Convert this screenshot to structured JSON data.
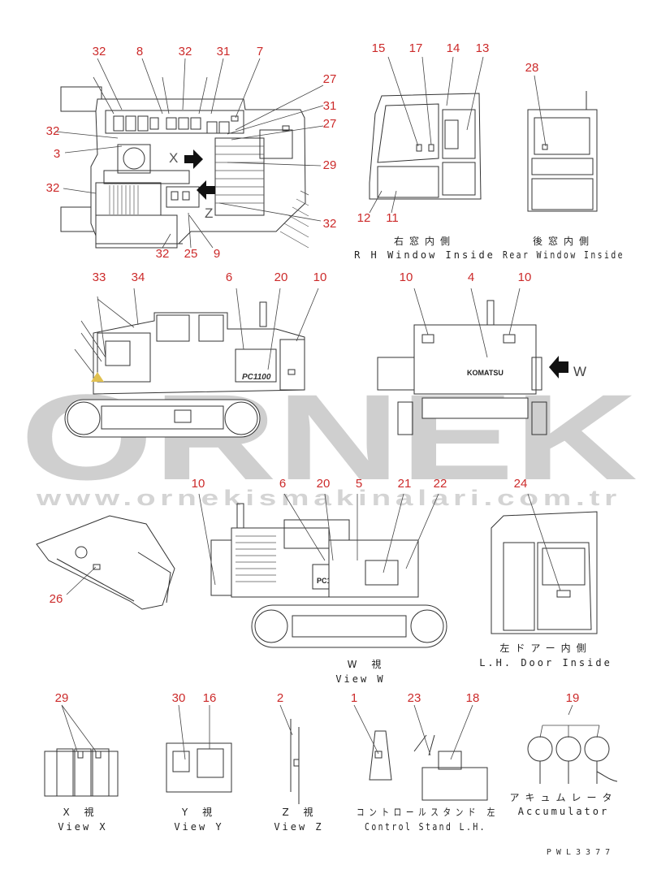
{
  "part_numbers": [
    "32",
    "8",
    "32",
    "31",
    "7",
    "27",
    "31",
    "27",
    "32",
    "3",
    "29",
    "32",
    "32",
    "25",
    "9",
    "32",
    "15",
    "17",
    "14",
    "13",
    "12",
    "11",
    "28",
    "33",
    "34",
    "6",
    "20",
    "10",
    "10",
    "4",
    "10",
    "10",
    "6",
    "20",
    "5",
    "21",
    "22",
    "24",
    "26",
    "29",
    "30",
    "16",
    "2",
    "1",
    "23",
    "18",
    "19"
  ],
  "captions": {
    "rh_window_jp": "右窓内側",
    "rh_window_en": "R H  Window Inside",
    "rear_window_jp": "後窓内側",
    "rear_window_en": "Rear Window Inside",
    "view_w_jp": "W 視",
    "view_w_en": "View W",
    "lh_door_jp": "左ドアー内側",
    "lh_door_en": "L.H. Door Inside",
    "view_x_jp": "X 視",
    "view_x_en": "View X",
    "view_y_jp": "Y 視",
    "view_y_en": "View Y",
    "view_z_jp": "Z 視",
    "view_z_en": "View Z",
    "control_stand_jp": "コントロールスタンド 左",
    "control_stand_en": "Control Stand L.H.",
    "accumulator_jp": "アキュムレータ",
    "accumulator_en": "Accumulator"
  },
  "view_letters": {
    "x": "X",
    "y": "Y",
    "z": "Z",
    "w": "W"
  },
  "machine_labels": {
    "model": "PC1100",
    "brand": "KOMATSU"
  },
  "watermark": {
    "brand": "ORNEK",
    "url": "www.orneki s m a k i n a l a r i . c o m . t r",
    "url_text": "www.ornekismakinalari.com.tr"
  },
  "drawing_code": "P W L 3 3 7 7",
  "colors": {
    "callout": "#cc2a2a",
    "line": "#333333",
    "watermark": "#cfcfcf"
  }
}
